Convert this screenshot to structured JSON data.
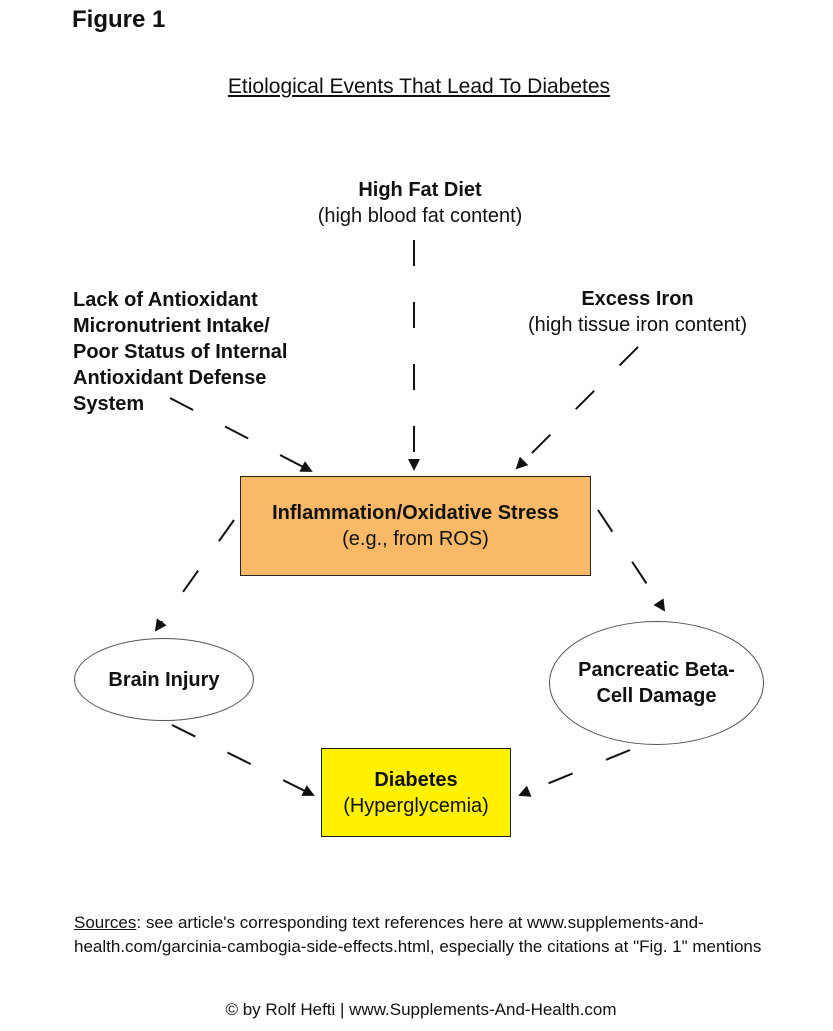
{
  "figure_label": "Figure 1",
  "title": "Etiological Events That Lead To Diabetes",
  "nodes": {
    "high_fat_diet": {
      "label": "High Fat Diet",
      "sub": "(high blood fat content)"
    },
    "antioxidant": {
      "lines": [
        "Lack of Antioxidant",
        "Micronutrient Intake/",
        "Poor Status of Internal",
        "Antioxidant Defense",
        "System"
      ]
    },
    "excess_iron": {
      "label": "Excess Iron",
      "sub": "(high tissue iron content)"
    },
    "oxidative_stress": {
      "label": "Inflammation/Oxidative Stress",
      "sub": "(e.g., from ROS)"
    },
    "brain_injury": {
      "label": "Brain Injury"
    },
    "pancreatic": {
      "lines": [
        "Pancreatic Beta-",
        "Cell Damage"
      ]
    },
    "diabetes": {
      "label": "Diabetes",
      "sub": "(Hyperglycemia)"
    }
  },
  "sources": {
    "heading": "Sources",
    "text": ": see article's corresponding text references here at www.supplements-and-health.com/garcinia-cambogia-side-effects.html, especially the citations at \"Fig. 1\" mentions"
  },
  "footer": "© by Rolf Hefti | www.Supplements-And-Health.com",
  "colors": {
    "oxidative_box": "#F9B967",
    "diabetes_box": "#FFF200"
  }
}
